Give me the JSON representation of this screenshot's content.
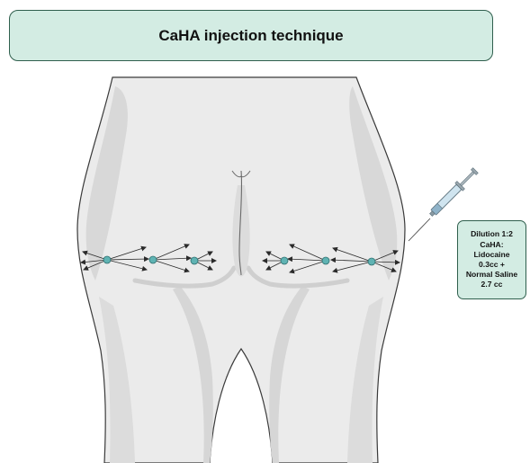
{
  "title": "CaHA injection technique",
  "dilution_box": {
    "lines": [
      "Dilution 1:2",
      "CaHA:",
      "Lidocaine",
      "0.3cc +",
      "Normal Saline",
      "2.7 cc"
    ]
  },
  "injection_point_count": 6,
  "colors": {
    "banner_fill": "#d3ece3",
    "banner_border": "#2f5f4d",
    "skin_light": "#ebebeb",
    "skin_shade": "#d6d6d6",
    "outline": "#3a3a3a",
    "injection_point": "#5fb3b3"
  }
}
